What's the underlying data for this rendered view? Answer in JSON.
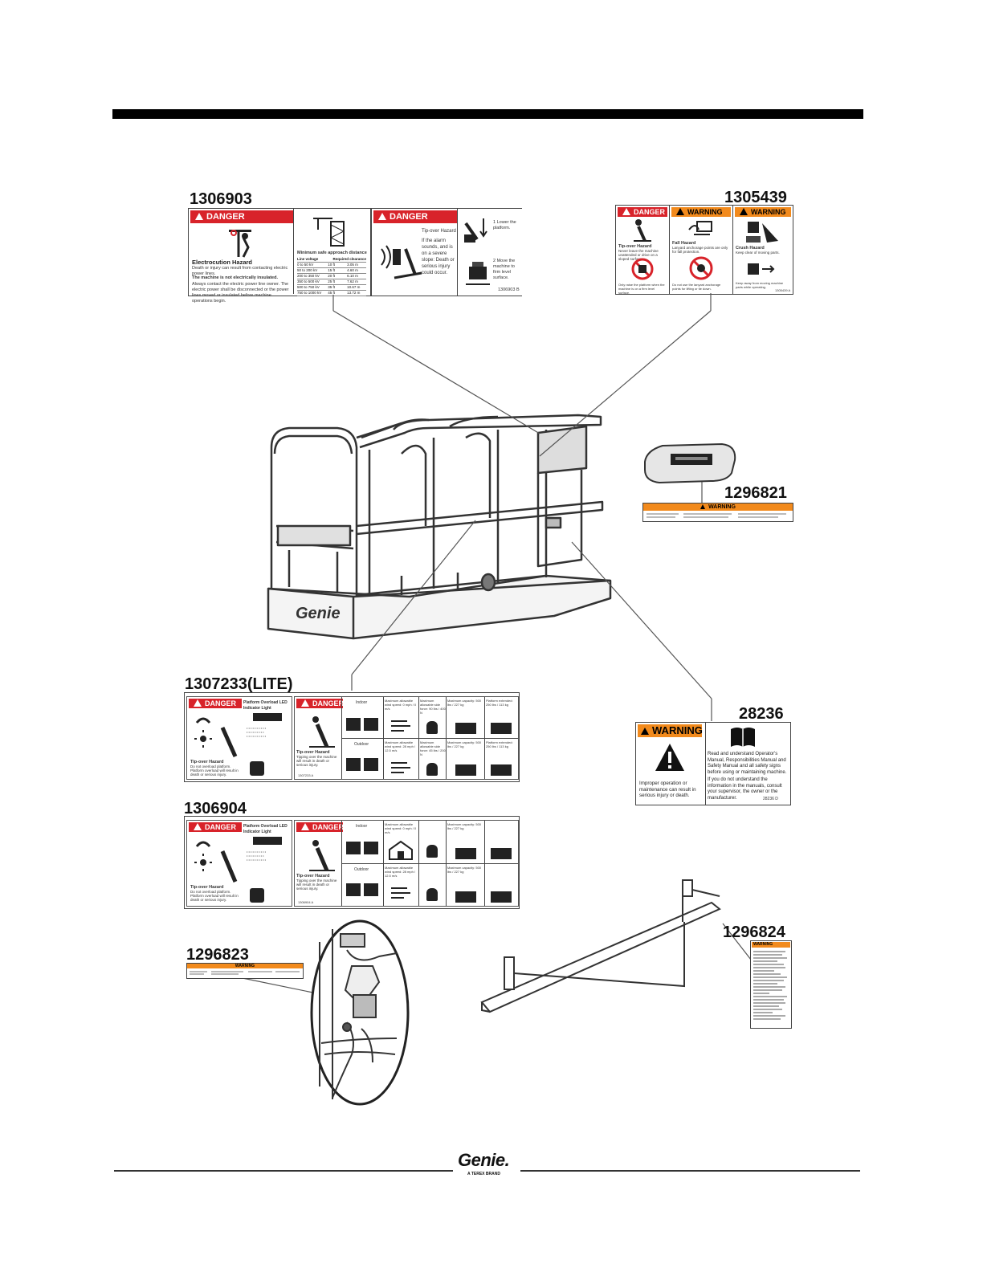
{
  "header_rule": true,
  "decals": {
    "d1306903": {
      "part_number": "1306903",
      "danger_label": "DANGER",
      "electrocution_title": "Electrocution Hazard",
      "electrocution_text": "Death or injury can result from contacting electric power lines.",
      "not_insulated": "The machine is not electrically insulated.",
      "contact_text": "Always contact the electric power line owner. The electric power shall be disconnected or the power lines moved or insulated before machine operations begin.",
      "clearance_title": "Minimum safe approach distance",
      "clearance_headers": [
        "Line voltage",
        "Required clearance"
      ],
      "clearance_rows": [
        [
          "0 to 50 kV",
          "10 ft",
          "3.05 m"
        ],
        [
          "50 to 200 kV",
          "15 ft",
          "4.60 m"
        ],
        [
          "200 to 350 kV",
          "20 ft",
          "6.10 m"
        ],
        [
          "350 to 500 kV",
          "25 ft",
          "7.62 m"
        ],
        [
          "500 to 750 kV",
          "35 ft",
          "10.67 m"
        ],
        [
          "750 to 1000 kV",
          "45 ft",
          "13.72 m"
        ]
      ],
      "danger2_label": "DANGER",
      "tipover_text": "Tip-over Hazard",
      "alarm_text": "If the alarm sounds, and is on a severe slope: Death or serious injury could occur.",
      "lower_text": "1 Lower the platform.",
      "drive_text": "2 Move the machine to firm level surface.",
      "code": "1306903 B"
    },
    "d1305439": {
      "part_number": "1305439",
      "danger_label": "DANGER",
      "warning_label": "WARNING",
      "warning2_label": "WARNING",
      "p1_title": "Tip-over Hazard",
      "p1_text": "Never leave the machine unattended or drive on a sloped surface.",
      "p1b_text": "Only raise the platform when the machine is on a firm level surface.",
      "p2_title": "Fall Hazard",
      "p2_text": "Lanyard anchorage points are only for fall protection.",
      "p2b_text": "Do not use the lanyard anchorage points for lifting or tie down.",
      "p3_title": "Crush Hazard",
      "p3_text": "Keep clear of moving parts.",
      "p3b_text": "Keep away from moving machine parts while operating.",
      "code": "1305439 A"
    },
    "d1296821": {
      "part_number": "1296821",
      "warning_label": "WARNING"
    },
    "d1307233": {
      "part_number": "1307233(LITE)",
      "danger_label": "DANGER",
      "danger2_label": "DANGER",
      "overload_title": "Platform Overload LED Indicator Light",
      "tipover_title": "Tip-over Hazard",
      "tipover_text": "Do not overload platform. Platform overload will result in death or serious injury.",
      "tipover2_title": "Tip-over Hazard",
      "tipover2_text": "Tipping over the machine will result in death or serious injury.",
      "indoor": "Indoor",
      "outdoor": "Outdoor",
      "wind_indoor": "Maximum allowable wind speed: 0 mph / 0 m/s",
      "wind_outdoor": "Maximum allowable wind speed: 28 mph / 12.5 m/s",
      "side_force_indoor": "Maximum allowable side force: 90 lbs / 400 N",
      "side_force_outdoor": "Maximum allowable side force: 45 lbs / 200 N",
      "capacity_indoor": "Maximum capacity: 500 lbs / 227 kg",
      "capacity_outdoor": "Maximum capacity: 500 lbs / 227 kg",
      "platform_ext_indoor": "Platform extended: 250 lbs / 113 kg",
      "platform_ext_outdoor": "Platform extended: 250 lbs / 113 kg",
      "code": "1307233 A"
    },
    "d28236": {
      "part_number": "28236",
      "warning_label": "WARNING",
      "left_text": "Improper operation or maintenance can result in serious injury or death.",
      "right_text_1": "Read and understand Operator's Manual, Responsibilities Manual and Safety Manual and all safety signs before using or maintaining machine.",
      "right_text_2": "If you do not understand the information in the manuals, consult your supervisor, the owner or the manufacturer.",
      "code": "28236 D"
    },
    "d1306904": {
      "part_number": "1306904",
      "danger_label": "DANGER",
      "danger2_label": "DANGER",
      "overload_title": "Platform Overload LED Indicator Light",
      "tipover_title": "Tip-over Hazard",
      "tipover_text": "Do not overload platform. Platform overload will result in death or serious injury.",
      "tipover2_title": "Tip-over Hazard",
      "tipover2_text": "Tipping over the machine will result in death or serious injury.",
      "indoor": "Indoor",
      "outdoor": "Outdoor",
      "wind_indoor": "Maximum allowable wind speed: 0 mph / 0 m/s",
      "wind_outdoor": "Maximum allowable wind speed: 28 mph / 12.5 m/s",
      "capacity_indoor": "Maximum capacity: 500 lbs / 227 kg",
      "capacity_outdoor": "Maximum capacity: 500 lbs / 227 kg",
      "code": "1306904 A"
    },
    "d1296823": {
      "part_number": "1296823",
      "warning_label": "WARNING"
    },
    "d1296824": {
      "part_number": "1296824",
      "warning_label": "WARNING"
    }
  },
  "platform_logo": "Genie",
  "footer": {
    "brand": "Genie.",
    "tagline": "A TEREX BRAND"
  },
  "colors": {
    "danger": "#d8232a",
    "warning": "#f28a1c"
  },
  "icons": [
    "person-tipping-icon",
    "electrocution-icon",
    "siren-icon",
    "machine-slope-icon",
    "manual-book-icon",
    "warning-triangle-icon",
    "led-light-icon",
    "hand-force-icon",
    "wind-icon",
    "indoor-house-icon"
  ]
}
